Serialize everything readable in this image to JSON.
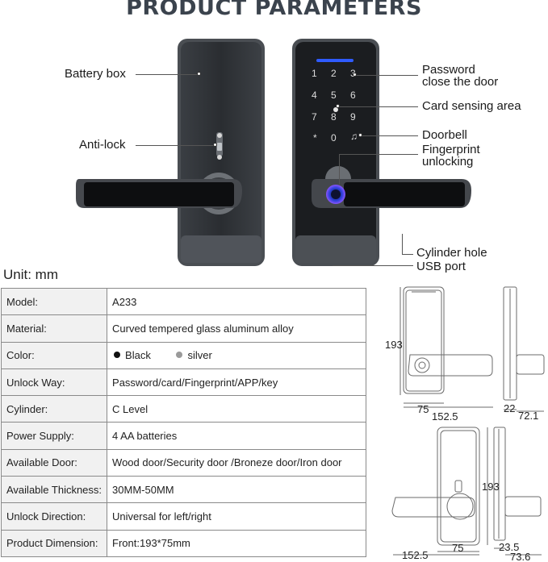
{
  "title": "PRODUCT PARAMETERS",
  "callouts": {
    "battery_box": "Battery box",
    "anti_lock": "Anti-lock",
    "password_close_1": "Password",
    "password_close_2": "close the door",
    "card_sensing": "Card sensing area",
    "doorbell": "Doorbell",
    "fingerprint_1": "Fingerprint",
    "fingerprint_2": "unlocking",
    "cylinder_hole": "Cylinder hole",
    "usb_port": "USB port"
  },
  "keypad": [
    "1",
    "2",
    "3",
    "4",
    "5",
    "6",
    "7",
    "8",
    "9",
    "*",
    "0"
  ],
  "unit_label": "Unit: mm",
  "specs": [
    {
      "key": "Model:",
      "value": "A233"
    },
    {
      "key": "Material:",
      "value": "Curved tempered glass aluminum alloy"
    },
    {
      "key": "Color:",
      "value": ""
    },
    {
      "key": "Unlock Way:",
      "value": "Password/card/Fingerprint/APP/key"
    },
    {
      "key": "Cylinder:",
      "value": "C Level"
    },
    {
      "key": "Power Supply:",
      "value": "4 AA batteries"
    },
    {
      "key": "Available Door:",
      "value": "Wood door/Security door /Broneze door/Iron door"
    },
    {
      "key": "Available Thickness:",
      "value": "30MM-50MM"
    },
    {
      "key": "Unlock Direction:",
      "value": "Universal for left/right"
    },
    {
      "key": "Product Dimension:",
      "value": "Front:193*75mm"
    }
  ],
  "colors": [
    {
      "name": "Black",
      "hex": "#111111"
    },
    {
      "name": "silver",
      "hex": "#9a9a9a"
    }
  ],
  "dimensions": {
    "front_height": "193",
    "front_width": "75",
    "front_depth": "152.5",
    "side_a": "22",
    "side_b": "72.1",
    "back_height": "193",
    "back_depth": "152.5",
    "back_width": "75",
    "back_side_a": "23.5",
    "back_side_b": "73.6"
  },
  "palette": {
    "lock_body": "#2f3236",
    "lock_face": "#1c1e21",
    "handle": "#0e0f10",
    "accent_blue": "#2f5bff"
  }
}
